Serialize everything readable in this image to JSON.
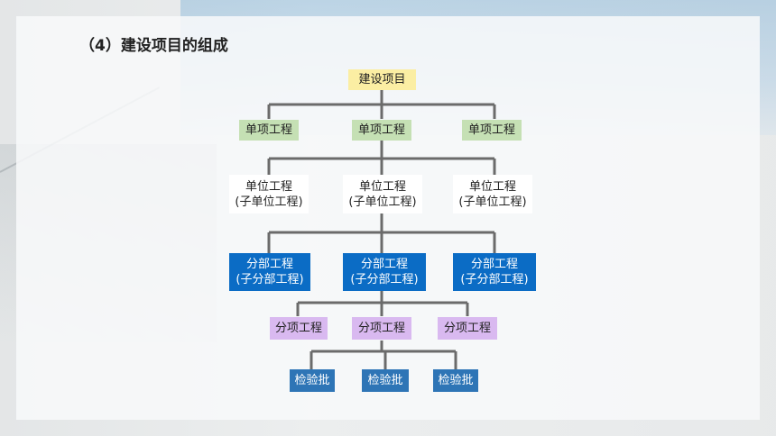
{
  "title": "（4）建设项目的组成",
  "diagram": {
    "root": "建设项目",
    "single_projects": [
      "单项工程",
      "单项工程",
      "单项工程"
    ],
    "unit_projects": [
      {
        "line1": "单位工程",
        "line2": "(子单位工程)"
      },
      {
        "line1": "单位工程",
        "line2": "(子单位工程)"
      },
      {
        "line1": "单位工程",
        "line2": "(子单位工程)"
      }
    ],
    "division_projects": [
      {
        "line1": "分部工程",
        "line2": "(子分部工程)"
      },
      {
        "line1": "分部工程",
        "line2": "(子分部工程)"
      },
      {
        "line1": "分部工程",
        "line2": "(子分部工程)"
      }
    ],
    "subitem_projects": [
      "分项工程",
      "分项工程",
      "分项工程"
    ],
    "inspection_lots": [
      "检验批",
      "检验批",
      "检验批"
    ],
    "colors": {
      "root": "#fbeea3",
      "single": "#c5e0b4",
      "unit": "#ffffff",
      "division": "#0b6cc5",
      "subitem": "#d9b9f0",
      "lot": "#2e75b6",
      "connector": "#6b6b6b"
    }
  }
}
